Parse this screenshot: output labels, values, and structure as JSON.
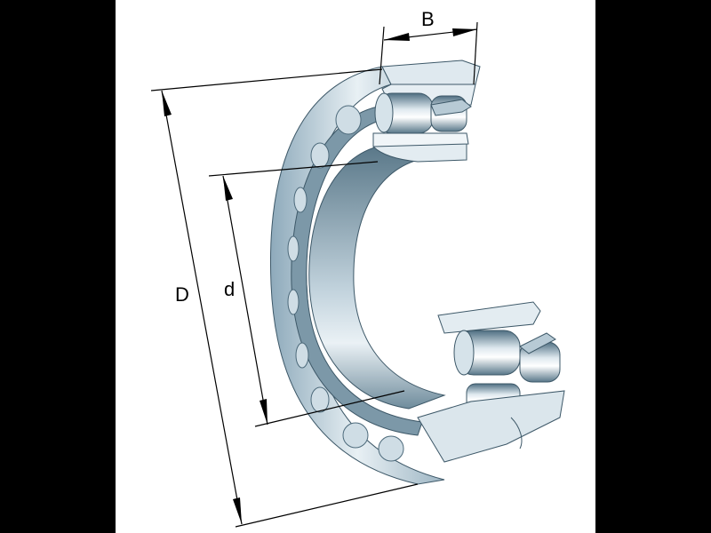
{
  "figure": {
    "subject": "Spherical roller bearing, cutaway view",
    "background": "#ffffff",
    "letterbox": "#000000",
    "steel_light": "#e6eef3",
    "steel_mid": "#a9bfcc",
    "steel_dark": "#5f7d8e",
    "line_color": "#000000"
  },
  "dimensions": {
    "width_label": "B",
    "outer_diameter_label": "D",
    "bore_diameter_label": "d"
  }
}
